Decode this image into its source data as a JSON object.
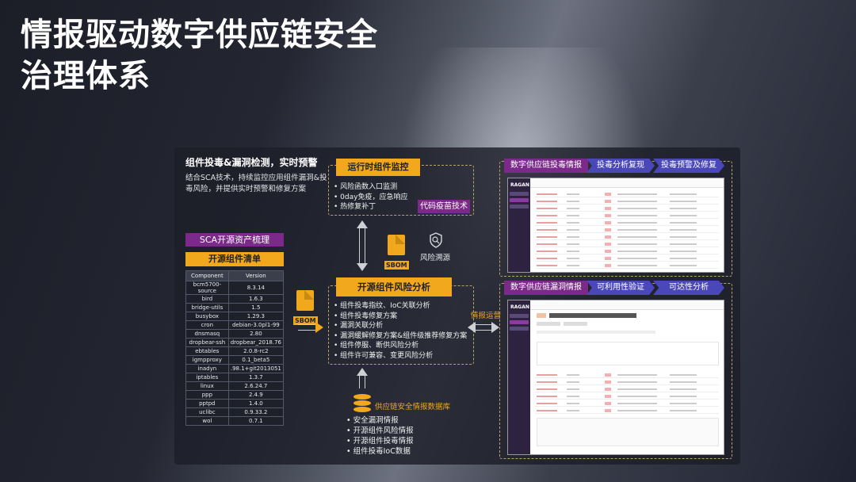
{
  "title_lines": [
    "情报驱动数字供应链安全",
    "治理体系"
  ],
  "left": {
    "heading": "组件投毒&漏洞检测，实时预警",
    "desc": "结合SCA技术，持续监控应用组件漏洞&投毒风险，并提供实时预警和修复方案",
    "sca_tag": "SCA开源资产梳理",
    "list_tag": "开源组件清单",
    "table": {
      "headers": [
        "Component",
        "Version"
      ],
      "rows": [
        [
          "bcm5700-source",
          "8.3.14"
        ],
        [
          "bird",
          "1.6.3"
        ],
        [
          "bridge-utils",
          "1.5"
        ],
        [
          "busybox",
          "1.29.3"
        ],
        [
          "cron",
          "debian-3.0pl1-99"
        ],
        [
          "dnsmasq",
          "2.80"
        ],
        [
          "dropbear-ssh",
          "dropbear_2018.76"
        ],
        [
          "ebtables",
          "2.0.8-rc2"
        ],
        [
          "igmpproxy",
          "0.1_beta5"
        ],
        [
          "inadyn",
          ".98.1+git2013051"
        ],
        [
          "iptables",
          "1.3.7"
        ],
        [
          "linux",
          "2.6.24.7"
        ],
        [
          "ppp",
          "2.4.9"
        ],
        [
          "pptpd",
          "1.4.0"
        ],
        [
          "uclibc",
          "0.9.33.2"
        ],
        [
          "wol",
          "0.7.1"
        ]
      ]
    }
  },
  "sbom_label": "SBOM",
  "runtime": {
    "tag": "运行时组件监控",
    "bullets": [
      "风险函数入口监测",
      "0day免疫，应急响应",
      "热修复补丁"
    ],
    "vaccine_tag": "代码疫苗技术"
  },
  "trace_label": "风险溯源",
  "analysis": {
    "tag": "开源组件风险分析",
    "bullets": [
      "组件投毒指纹、IoC关联分析",
      "组件投毒修复方案",
      "漏洞关联分析",
      "漏洞缓解修复方案&组件级推荐修复方案",
      "组件停服、断供风险分析",
      "组件许可兼容、变更风险分析"
    ]
  },
  "intel_ops_label": "情报运营",
  "database": {
    "label": "供应链安全情报数据库",
    "bullets": [
      "安全漏洞情报",
      "开源组件风险情报",
      "开源组件投毒情报",
      "组件投毒IoC数据"
    ]
  },
  "right_top": {
    "steps": [
      "数字供应链投毒情报",
      "投毒分析复现",
      "投毒预警及修复"
    ]
  },
  "right_bottom": {
    "steps": [
      "数字供应链漏洞情报",
      "可利用性验证",
      "可达性分析"
    ]
  },
  "colors": {
    "orange": "#f1a81c",
    "purple": "#7b2a8a",
    "blue_step": "#4a48b8"
  }
}
